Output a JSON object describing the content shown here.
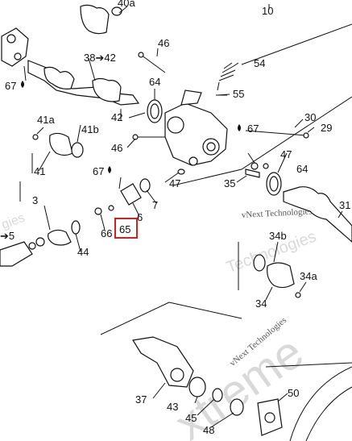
{
  "labels": {
    "l10": "10",
    "l40a": "40a",
    "l46a": "46",
    "l38_42": "38➔42",
    "l54": "54",
    "l64a": "64",
    "l55": "55",
    "l67a": "67",
    "l42": "42",
    "l41a": "41a",
    "l41b": "41b",
    "l67b": "67",
    "l30": "30",
    "l29": "29",
    "l46b": "46",
    "l41": "41",
    "l47a": "47",
    "l67c": "67",
    "l64b": "64",
    "l47b": "47",
    "l35": "35",
    "l3": "3",
    "l7": "7",
    "l6": "6",
    "l31": "31",
    "l5": "➔5",
    "l66": "66",
    "l65": "65",
    "l44": "44",
    "l34b": "34b",
    "l34a": "34a",
    "l34": "34",
    "l37": "37",
    "l43": "43",
    "l45": "45",
    "l48": "48",
    "l50": "50"
  },
  "watermarks": {
    "vnext1": "vNext Technologies",
    "vnext2": "vNext Technologies",
    "tech": "Technologies",
    "gies": "gies",
    "xtreme": "xtreme"
  },
  "highlight_color": "#cc2222"
}
